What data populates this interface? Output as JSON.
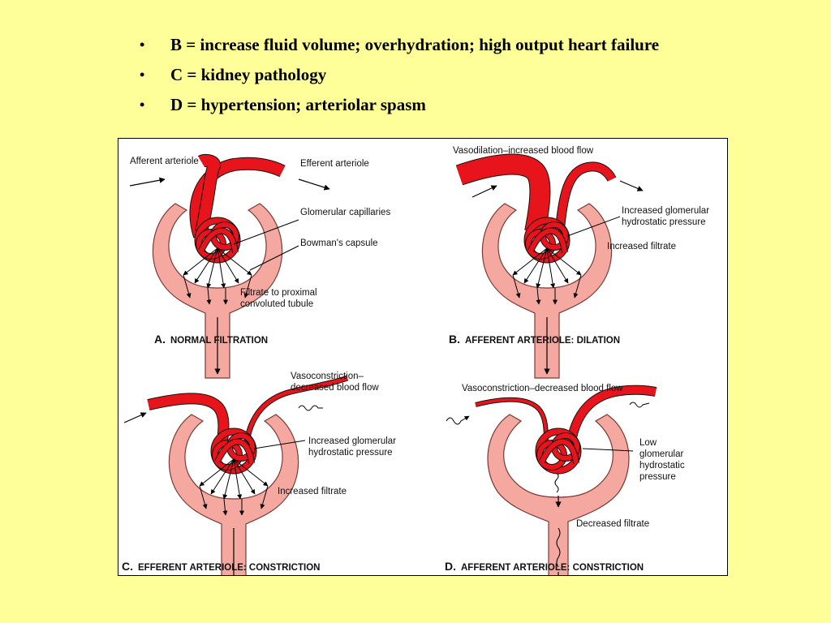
{
  "colors": {
    "background": "#FFFF99",
    "vessel": "#E8141C",
    "capsule": "#F4A8A0",
    "capsule_edge": "#7A3A36"
  },
  "bullets": [
    {
      "marker": "•",
      "text": "B = increase fluid volume; overhydration; high output heart failure"
    },
    {
      "marker": "•",
      "text": "C = kidney pathology"
    },
    {
      "marker": "•",
      "text": "D = hypertension; arteriolar spasm"
    }
  ],
  "panels": {
    "a": {
      "letter": "A.",
      "caption": "NORMAL FILTRATION",
      "labels": {
        "afferent": "Afferent arteriole",
        "efferent": "Efferent arteriole",
        "glomerular": "Glomerular capillaries",
        "bowman": "Bowman's capsule",
        "filtrate_1": "Filtrate to proximal",
        "filtrate_2": "convoluted tubule"
      }
    },
    "b": {
      "letter": "B.",
      "caption": "AFFERENT ARTERIOLE: DILATION",
      "labels": {
        "top": "Vasodilation–increased blood flow",
        "pressure_1": "Increased glomerular",
        "pressure_2": "hydrostatic pressure",
        "filtrate": "Increased filtrate"
      }
    },
    "c": {
      "letter": "C.",
      "caption": "EFFERENT ARTERIOLE: CONSTRICTION",
      "labels": {
        "top_1": "Vasoconstriction–",
        "top_2": "decreased blood flow",
        "pressure_1": "Increased glomerular",
        "pressure_2": "hydrostatic pressure",
        "filtrate": "Increased filtrate"
      }
    },
    "d": {
      "letter": "D.",
      "caption": "AFFERENT ARTERIOLE: CONSTRICTION",
      "labels": {
        "top": "Vasoconstriction–decreased blood flow",
        "pressure_1": "Low",
        "pressure_2": "glomerular",
        "pressure_3": "hydrostatic",
        "pressure_4": "pressure",
        "filtrate": "Decreased filtrate"
      }
    }
  }
}
